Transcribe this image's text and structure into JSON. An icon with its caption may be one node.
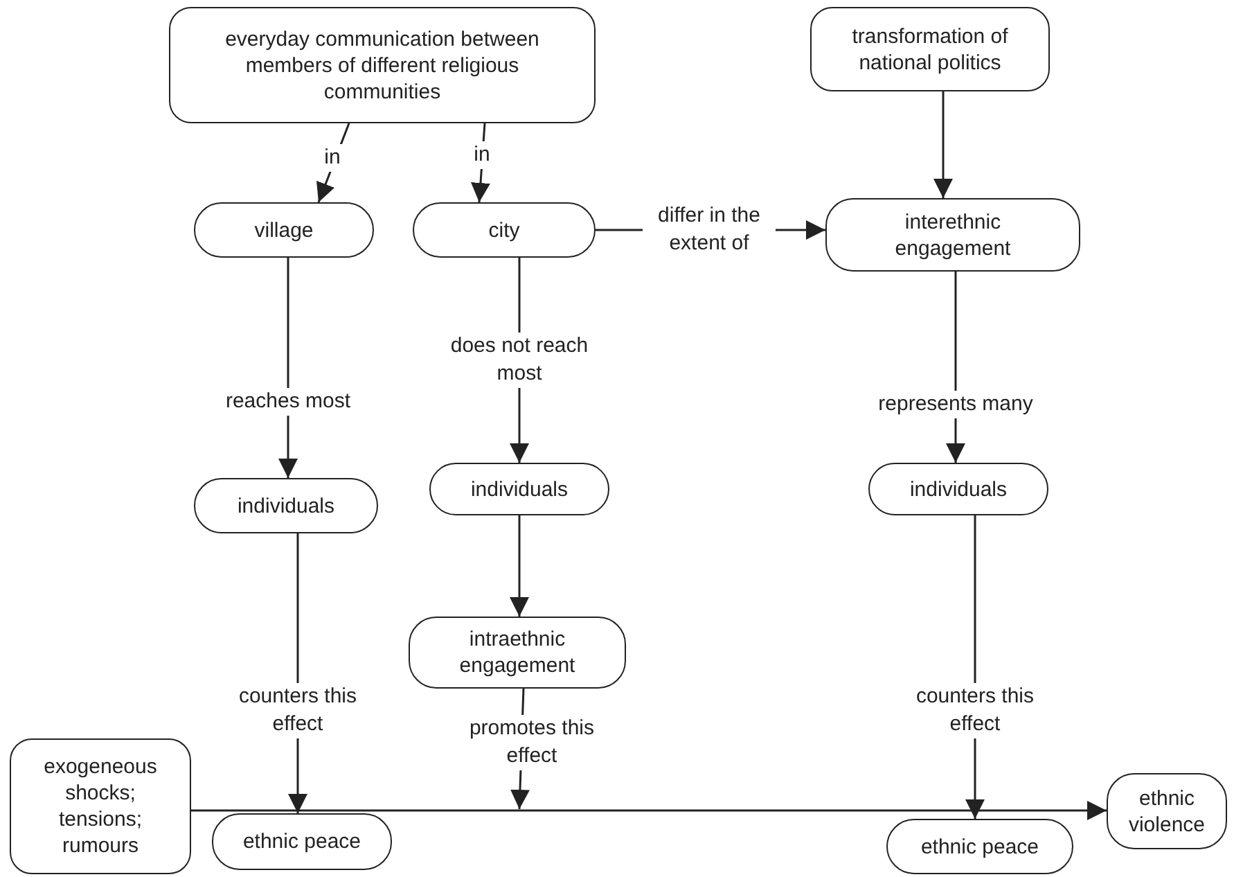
{
  "diagram": {
    "nodes": [
      {
        "text": [
          "everyday communication between members of different religious communities"
        ]
      },
      {
        "text": [
          "transformation of national politics"
        ]
      },
      {
        "text": [
          "village"
        ]
      },
      {
        "text": [
          "city"
        ]
      },
      {
        "text": [
          "interethnic engagement"
        ]
      },
      {
        "text": [
          "individuals"
        ]
      },
      {
        "text": [
          "individuals"
        ]
      },
      {
        "text": [
          "individuals"
        ]
      },
      {
        "text": [
          "intraethnic engagement"
        ]
      },
      {
        "text": [
          "exogeneous shocks; tensions; rumours"
        ]
      },
      {
        "text": [
          "ethnic peace"
        ]
      },
      {
        "text": [
          "ethnic peace"
        ]
      },
      {
        "text": [
          "ethnic violence"
        ]
      }
    ],
    "edges": [
      {
        "from": 0,
        "to": 2,
        "arrow": "to",
        "label": "in"
      },
      {
        "from": 0,
        "to": 3,
        "arrow": "to",
        "label": "in"
      },
      {
        "from": 3,
        "to": 4,
        "arrow": "to",
        "label": "differ in the extent of"
      },
      {
        "from": 1,
        "to": 4,
        "arrow": "to"
      },
      {
        "from": 2,
        "to": 5,
        "arrow": "to",
        "label": "reaches most"
      },
      {
        "from": 3,
        "to": 6,
        "arrow": "to",
        "label": "does not reach most"
      },
      {
        "from": 4,
        "to": 7,
        "arrow": "to",
        "label": "represents many"
      },
      {
        "from": 6,
        "to": 8,
        "arrow": "to"
      },
      {
        "from": 5,
        "to": 10,
        "arrow": "to",
        "label": "counters this effect"
      },
      {
        "from": 8,
        "to": null,
        "arrow": "to",
        "label": "promotes this effect"
      },
      {
        "from": 7,
        "to": 11,
        "arrow": "to",
        "label": "counters this effect"
      },
      {
        "from": 9,
        "to": 12,
        "arrow": "to"
      }
    ]
  }
}
